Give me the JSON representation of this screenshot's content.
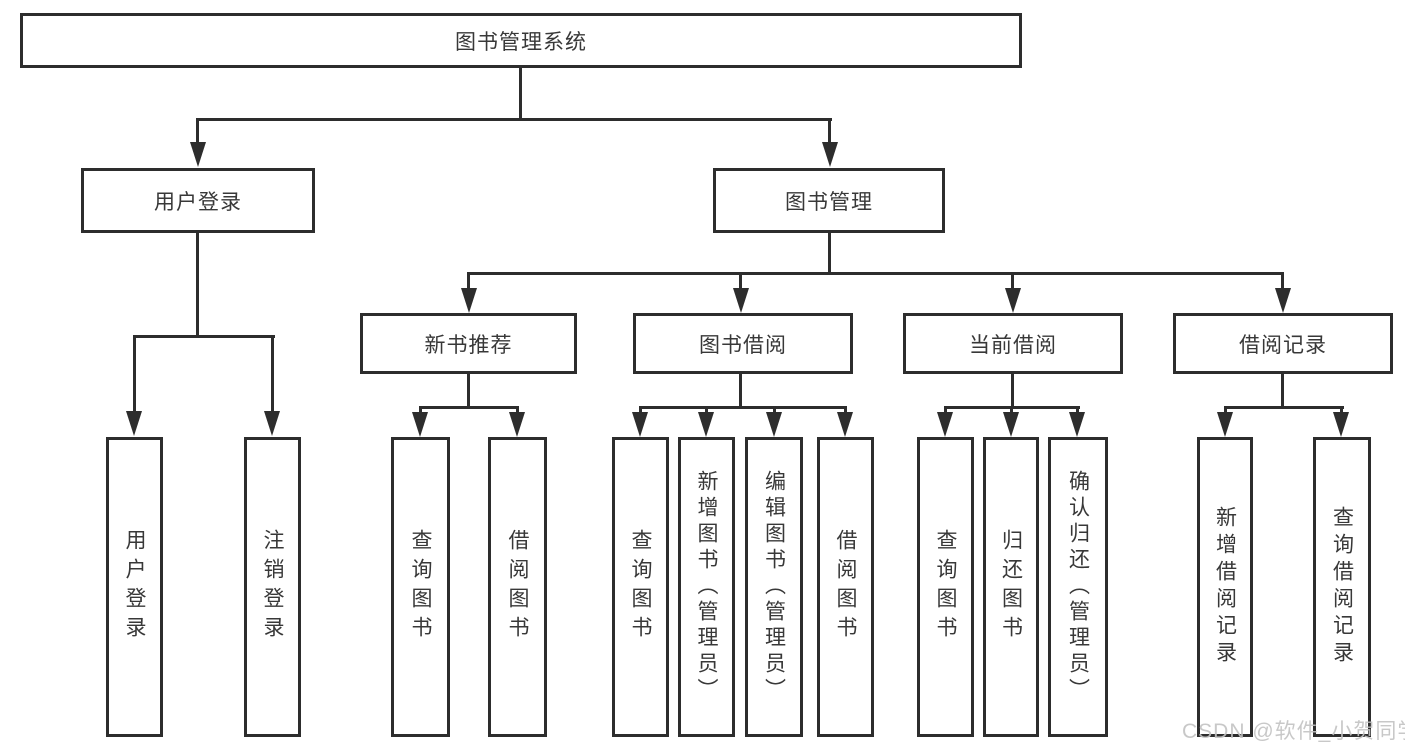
{
  "diagram": {
    "root": {
      "label": "图书管理系统"
    },
    "level2": [
      {
        "label": "用户登录"
      },
      {
        "label": "图书管理"
      }
    ],
    "level3": [
      {
        "label": "新书推荐"
      },
      {
        "label": "图书借阅"
      },
      {
        "label": "当前借阅"
      },
      {
        "label": "借阅记录"
      }
    ],
    "leaves": {
      "user_login": [
        "用户登录",
        "注销登录"
      ],
      "new_books": [
        "查询图书",
        "借阅图书"
      ],
      "book_borrow": [
        "查询图书",
        "新增图书（管理员）",
        "编辑图书（管理员）",
        "借阅图书"
      ],
      "current_borrow": [
        "查询图书",
        "归还图书",
        "确认归还（管理员）"
      ],
      "borrow_records": [
        "新增借阅记录",
        "查询借阅记录"
      ]
    }
  },
  "watermark": {
    "text": "CSDN @软件_小贺同学"
  },
  "colors": {
    "line": "#2d2d2d",
    "text": "#383838",
    "watermark": "#c3c3c3",
    "background": "#ffffff"
  }
}
